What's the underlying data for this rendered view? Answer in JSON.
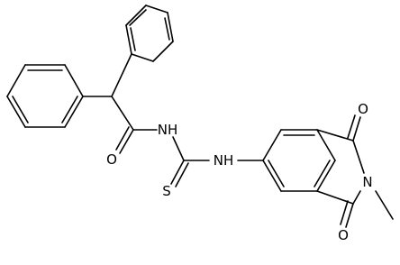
{
  "molecule": {
    "atom_labels": {
      "carbonyl_oxygen": "O",
      "amide_nh": "NH",
      "thio_sulfur": "S",
      "aryl_nh": "NH",
      "imide_oxygen_top": "O",
      "imide_nitrogen": "N",
      "imide_oxygen_bottom": "O"
    }
  }
}
